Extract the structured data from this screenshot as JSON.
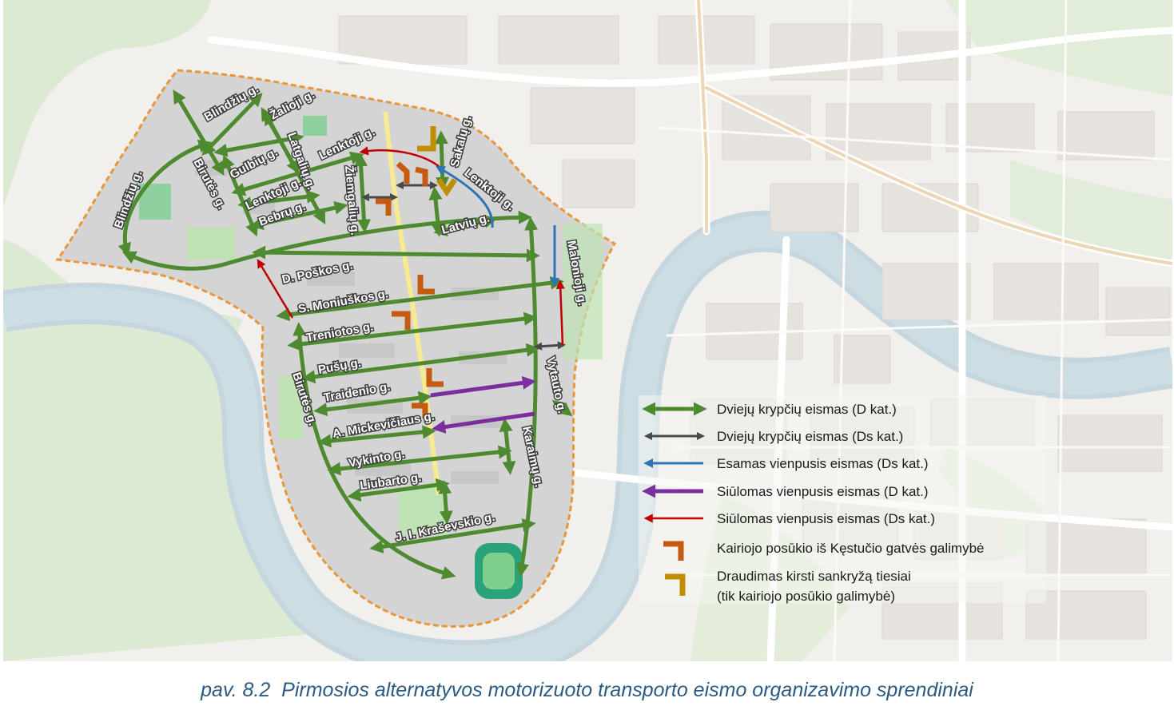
{
  "streets": {
    "blindziu_top": "Blindžių g.",
    "zalioji": "Žalioji g.",
    "latgaliu": "Latgalių g.",
    "gulbiu": "Gulbių g.",
    "birutes_top": "Birutės g.",
    "blindziu_left": "Blindžių g.",
    "lenktoji_1": "Lenktoji g.",
    "lenktoji_2": "Lenktoji g.",
    "lenktoji_3": "Lenktoji g.",
    "bebru": "Bebrų g.",
    "ziemgaliu": "Žiemgalių g.",
    "sakalu": "Sakalų g.",
    "latviu": "Latvių g.",
    "maloniji": "Malonioji g.",
    "poskos": "D. Poškos g.",
    "moniuskos": "S. Moniuškos g.",
    "treniotos": "Treniotos g.",
    "pusu": "Pušų g.",
    "traidenio": "Traidenio g.",
    "mickeviciaus": "A. Mickevičiaus g.",
    "vykinto": "Vykinto g.",
    "liubarto": "Liubarto g.",
    "kraseskio": "J. I. Kraševskio g.",
    "birutes_bottom": "Birutės g.",
    "vytauto": "Vytauto g.",
    "karaimu": "Karaimų g."
  },
  "legend": {
    "items": [
      {
        "label": "Dviejų krypčių eismas (D kat.)",
        "kind": "double-arrow",
        "color": "#4e8a2f"
      },
      {
        "label": "Dviejų krypčių eismas (Ds kat.)",
        "kind": "double-arrow",
        "color": "#4a4a4a"
      },
      {
        "label": "Esamas vienpusis eismas (Ds kat.)",
        "kind": "single-arrow",
        "color": "#2e75b6"
      },
      {
        "label": "Siūlomas vienpusis eismas (D kat.)",
        "kind": "single-arrow",
        "color": "#7b2f9e"
      },
      {
        "label": "Siūlomas vienpusis eismas (Ds kat.)",
        "kind": "single-arrow",
        "color": "#c00000"
      },
      {
        "label": "Kairiojo posūkio iš Kęstučio gatvės galimybė",
        "kind": "turn-icon",
        "color": "#c55a11"
      },
      {
        "label": "Draudimas kirsti sankryžą tiesiai",
        "label_2": "(tik kairiojo posūkio galimybė)",
        "kind": "turn-icon",
        "color": "#bf8f00"
      }
    ]
  },
  "caption": {
    "fig": "pav. 8.2",
    "text": "Pirmosios alternatyvos motorizuoto transporto eismo organizavimo sprendiniai"
  },
  "colors": {
    "two_way_d": "#4e8a2f",
    "two_way_ds": "#4a4a4a",
    "existing_one_way": "#2e75b6",
    "proposed_one_way_d": "#7b2f9e",
    "proposed_one_way_ds": "#c00000",
    "left_turn": "#c55a11",
    "no_straight": "#bf8f00",
    "boundary": "#e8963a",
    "river": "#c5d6de",
    "caption": "#2c5a82"
  }
}
